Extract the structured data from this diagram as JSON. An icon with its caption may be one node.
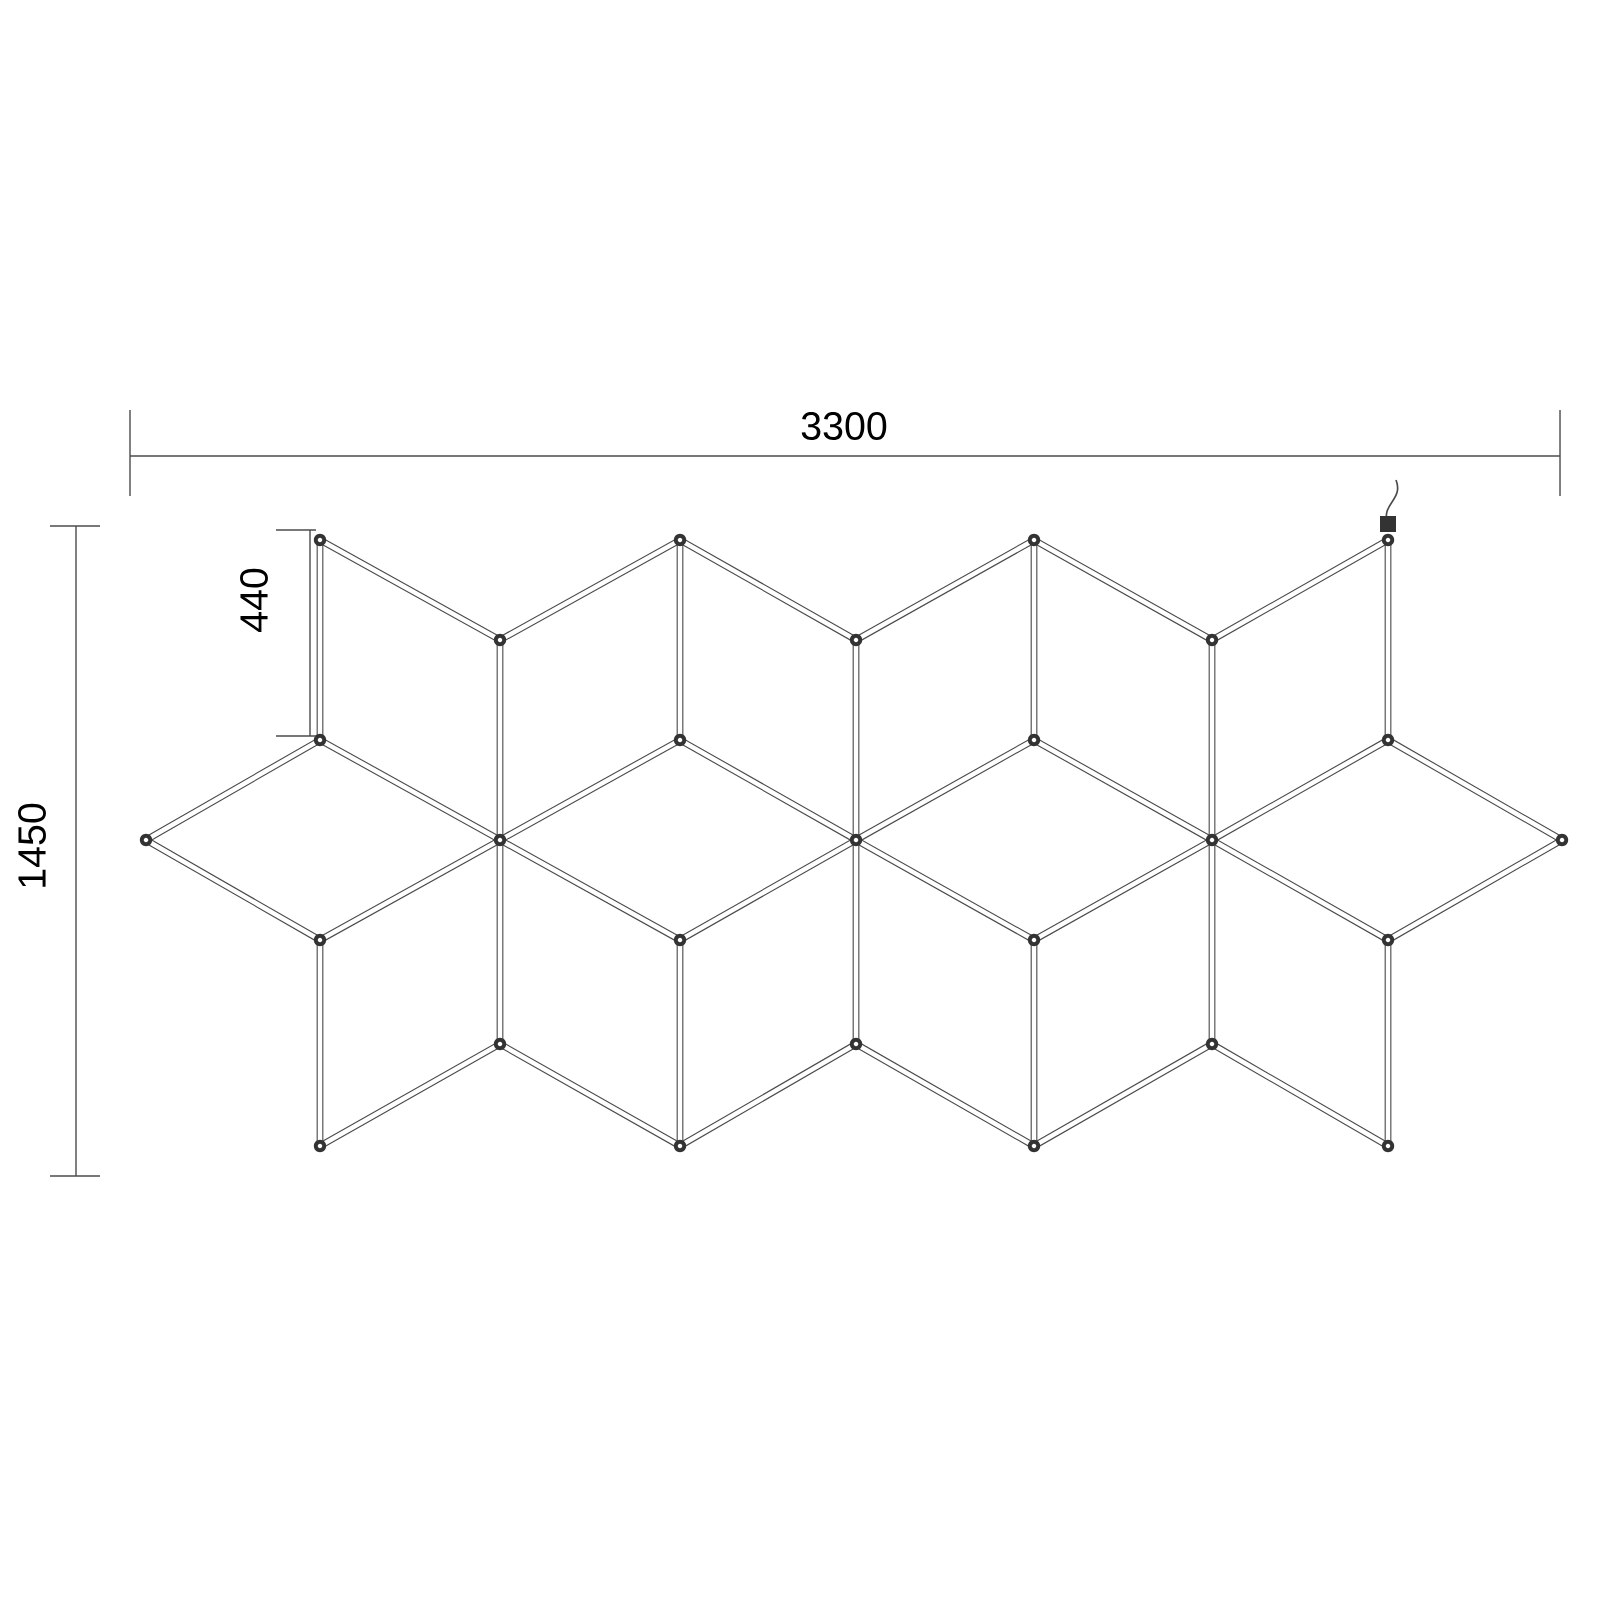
{
  "diagram": {
    "labels": [
      "3300",
      "440",
      "1450"
    ]
  }
}
